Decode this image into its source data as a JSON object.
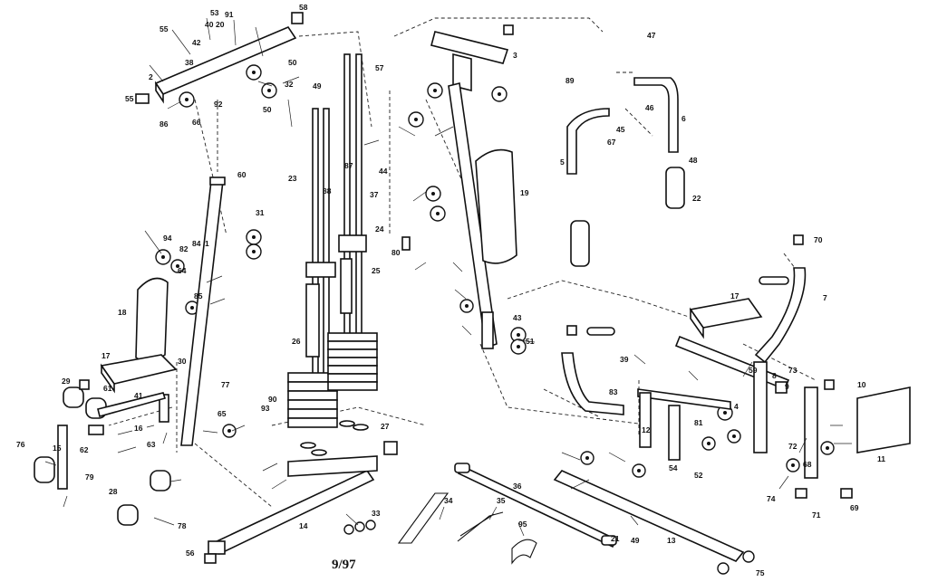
{
  "diagram": {
    "date_code": "9/97",
    "callouts": [
      {
        "id": "c1",
        "text": "55"
      },
      {
        "id": "c2",
        "text": "53"
      },
      {
        "id": "c3",
        "text": "40"
      },
      {
        "id": "c4",
        "text": "20"
      },
      {
        "id": "c5",
        "text": "91"
      },
      {
        "id": "c6",
        "text": "42"
      },
      {
        "id": "c7",
        "text": "2"
      },
      {
        "id": "c8",
        "text": "38"
      },
      {
        "id": "c9",
        "text": "55"
      },
      {
        "id": "c10",
        "text": "86"
      },
      {
        "id": "c11",
        "text": "66"
      },
      {
        "id": "c12",
        "text": "32"
      },
      {
        "id": "c13",
        "text": "50"
      },
      {
        "id": "c14",
        "text": "58"
      },
      {
        "id": "c15",
        "text": "50"
      },
      {
        "id": "c16",
        "text": "49"
      },
      {
        "id": "c17",
        "text": "57"
      },
      {
        "id": "c18",
        "text": "23"
      },
      {
        "id": "c19",
        "text": "24"
      },
      {
        "id": "c20",
        "text": "25"
      },
      {
        "id": "c21",
        "text": "26"
      },
      {
        "id": "c22",
        "text": "90"
      },
      {
        "id": "c23",
        "text": "27"
      },
      {
        "id": "c24",
        "text": "1"
      },
      {
        "id": "c25",
        "text": "18"
      },
      {
        "id": "c26",
        "text": "17"
      },
      {
        "id": "c27",
        "text": "29"
      },
      {
        "id": "c28",
        "text": "15"
      },
      {
        "id": "c29",
        "text": "76"
      },
      {
        "id": "c30",
        "text": "28"
      },
      {
        "id": "c31",
        "text": "78"
      },
      {
        "id": "c32",
        "text": "14"
      },
      {
        "id": "c33",
        "text": "56"
      },
      {
        "id": "c34",
        "text": "33"
      },
      {
        "id": "c35",
        "text": "34"
      },
      {
        "id": "c36",
        "text": "35"
      },
      {
        "id": "c37",
        "text": "36"
      },
      {
        "id": "c38",
        "text": "95"
      },
      {
        "id": "c39",
        "text": "21"
      },
      {
        "id": "c40",
        "text": "13"
      },
      {
        "id": "c41",
        "text": "75"
      },
      {
        "id": "c42",
        "text": "49"
      },
      {
        "id": "c43",
        "text": "19"
      },
      {
        "id": "c44",
        "text": "22"
      },
      {
        "id": "c45",
        "text": "5"
      },
      {
        "id": "c46",
        "text": "6"
      },
      {
        "id": "c47",
        "text": "48"
      },
      {
        "id": "c48",
        "text": "47"
      },
      {
        "id": "c49",
        "text": "7"
      },
      {
        "id": "c50",
        "text": "17"
      },
      {
        "id": "c51",
        "text": "11"
      },
      {
        "id": "c52",
        "text": "8"
      },
      {
        "id": "c53",
        "text": "10"
      },
      {
        "id": "c54",
        "text": "70"
      },
      {
        "id": "c55",
        "text": "73"
      },
      {
        "id": "c56",
        "text": "31"
      },
      {
        "id": "c57",
        "text": "82"
      },
      {
        "id": "c58",
        "text": "64"
      },
      {
        "id": "c59",
        "text": "60"
      },
      {
        "id": "c60",
        "text": "84"
      },
      {
        "id": "c61",
        "text": "85"
      },
      {
        "id": "c62",
        "text": "62"
      },
      {
        "id": "c63",
        "text": "63"
      },
      {
        "id": "c64",
        "text": "30"
      },
      {
        "id": "c65",
        "text": "77"
      },
      {
        "id": "c66",
        "text": "61"
      },
      {
        "id": "c67",
        "text": "16"
      },
      {
        "id": "c68",
        "text": "41"
      },
      {
        "id": "c69",
        "text": "44"
      },
      {
        "id": "c70",
        "text": "37"
      },
      {
        "id": "c71",
        "text": "43"
      },
      {
        "id": "c72",
        "text": "54"
      },
      {
        "id": "c73",
        "text": "69"
      },
      {
        "id": "c74",
        "text": "71"
      },
      {
        "id": "c75",
        "text": "68"
      },
      {
        "id": "c76",
        "text": "81"
      },
      {
        "id": "c77",
        "text": "79"
      },
      {
        "id": "c78",
        "text": "39"
      },
      {
        "id": "c79",
        "text": "12"
      },
      {
        "id": "c80",
        "text": "92"
      },
      {
        "id": "c81",
        "text": "93"
      },
      {
        "id": "c82",
        "text": "59"
      },
      {
        "id": "c83",
        "text": "65"
      },
      {
        "id": "c84",
        "text": "67"
      },
      {
        "id": "c85",
        "text": "45"
      },
      {
        "id": "c86",
        "text": "46"
      },
      {
        "id": "c87",
        "text": "89"
      },
      {
        "id": "c88",
        "text": "83"
      },
      {
        "id": "c89",
        "text": "52"
      },
      {
        "id": "c90",
        "text": "72"
      },
      {
        "id": "c91",
        "text": "74"
      },
      {
        "id": "c92",
        "text": "94"
      },
      {
        "id": "c93",
        "text": "88"
      },
      {
        "id": "c94",
        "text": "80"
      },
      {
        "id": "c95",
        "text": "87"
      },
      {
        "id": "c96",
        "text": "51"
      },
      {
        "id": "c97",
        "text": "4"
      },
      {
        "id": "c98",
        "text": "3"
      },
      {
        "id": "c99",
        "text": "9"
      }
    ]
  }
}
